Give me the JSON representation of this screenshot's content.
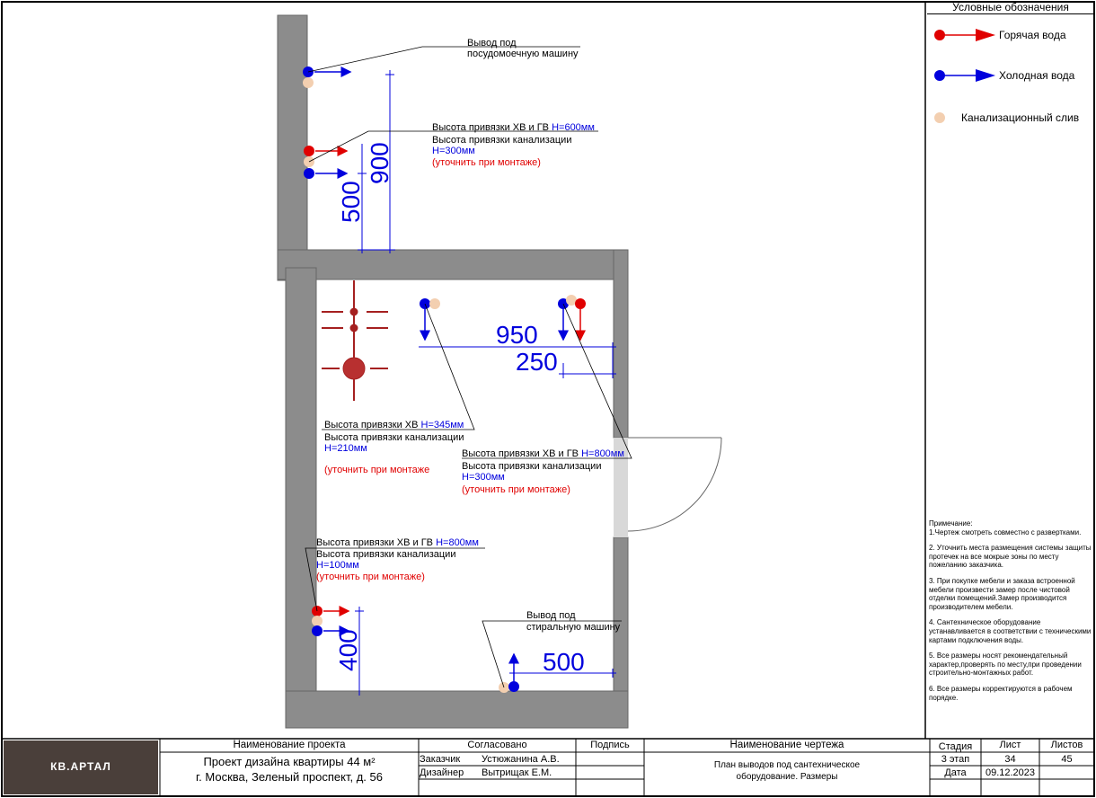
{
  "legend": {
    "title": "Условные обозначения",
    "items": [
      {
        "label": "Горячая вода",
        "color": "#e00000"
      },
      {
        "label": "Холодная вода",
        "color": "#0000dd"
      },
      {
        "label": "Канализационный слив",
        "color": "#f3cfb0"
      }
    ]
  },
  "notes": {
    "heading": "Примечание:",
    "items": [
      "1.Чертеж смотреть совместно с развертками.",
      "2. Уточнить места размещения системы защиты протечек на все мокрые зоны по месту пожеланию заказчика.",
      "3. При покупке мебели и заказа встроенной мебели произвести замер после чистовой отделки помещений.Замер производится производителем мебели.",
      "4. Сантехническое оборудование устанавливается в соответствии с техническими картами подключения воды.",
      "5. Все размеры носят рекомендательный характер,проверять по месту,при проведении строительно-монтажных работ.",
      "6. Все размеры корректируются в рабочем порядке."
    ]
  },
  "dimensions": {
    "d900": "900",
    "d500_top": "500",
    "d950": "950",
    "d250": "250",
    "d400": "400",
    "d500_bottom": "500"
  },
  "annotations": {
    "dishwasher": {
      "line1": "Вывод под",
      "line2": "посудомоечную машину"
    },
    "kitchen": {
      "line1_prefix": "Высота привязки ХВ и ГВ ",
      "line1_value": "Н=600мм",
      "line2": "Высота привязки канализации",
      "line3": "Н=300мм",
      "line4": "(уточнить при монтаже)"
    },
    "toilet": {
      "line1_prefix": "Высота привязки ХВ ",
      "line1_value": "Н=345мм",
      "line2": "Высота привязки канализации",
      "line3": "Н=210мм",
      "line4": "(уточнить при монтаже"
    },
    "sink": {
      "line1_prefix": "Высота привязки ХВ и ГВ ",
      "line1_value": "Н=800мм",
      "line2": "Высота привязки канализации",
      "line3": "Н=300мм",
      "line4": "(уточнить при монтаже)"
    },
    "shower": {
      "line1_prefix": "Высота привязки ХВ и ГВ ",
      "line1_value": "Н=800мм",
      "line2": "Высота привязки канализации",
      "line3": "Н=100мм",
      "line4": "(уточнить при монтаже)"
    },
    "washer": {
      "line1": "Вывод под",
      "line2": "стиральную машину"
    }
  },
  "titleblock": {
    "logo_text": "КВ.АРТАЛ",
    "project_header": "Наименование проекта",
    "project_line1": "Проект дизайна квартиры 44 м²",
    "project_line2": "г. Москва, Зеленый проспект, д. 56",
    "agreed_header": "Согласовано",
    "signature_header": "Подпись",
    "customer_role": "Заказчик",
    "customer_name": "Устюжанина А.В.",
    "designer_role": "Дизайнер",
    "designer_name": "Вытрищак Е.М.",
    "drawing_header": "Наименование чертежа",
    "drawing_line1": "План выводов под сантехническое",
    "drawing_line2": "оборудование. Размеры",
    "stage_header": "Стадия",
    "sheet_header": "Лист",
    "sheets_header": "Листов",
    "stage_value": "3 этап",
    "sheet_value": "34",
    "sheets_value": "45",
    "date_label": "Дата",
    "date_value": "09.12.2023"
  }
}
